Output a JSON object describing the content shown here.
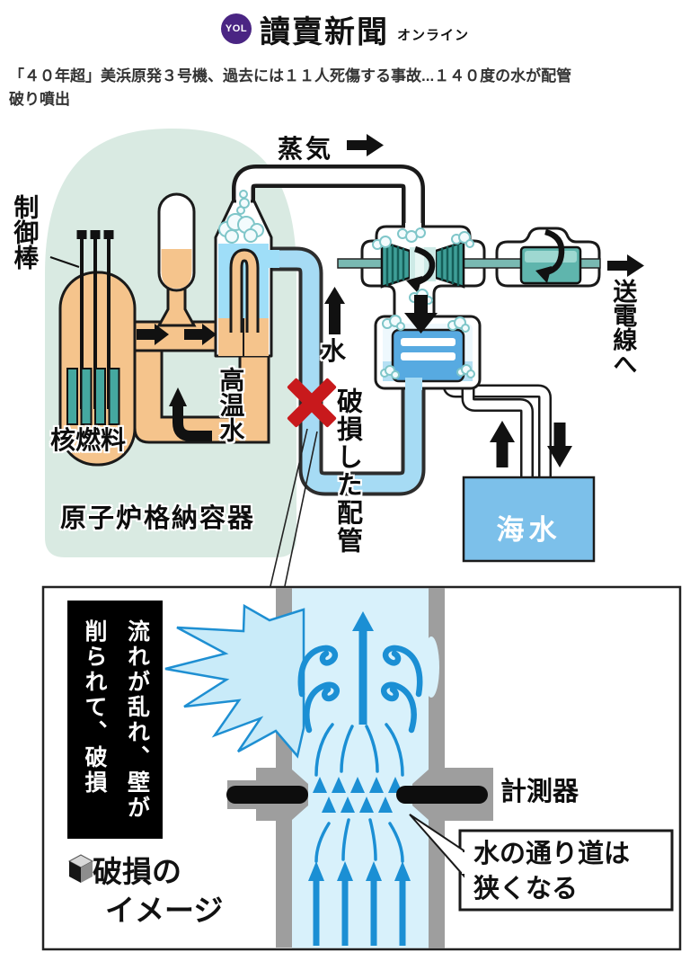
{
  "header": {
    "logo_badge": "YOL",
    "logo_title": "讀賣新聞",
    "logo_suffix": "オンライン"
  },
  "headline": {
    "line1": "「４０年超」美浜原発３号機、過去には１１人死傷する事故...１４０度の水が配管",
    "line2": "破り噴出"
  },
  "diagram": {
    "labels": {
      "control_rods": "制御棒",
      "nuclear_fuel": "核燃料",
      "hot_water": "高温水",
      "containment": "原子炉格納容器",
      "steam": "蒸気",
      "water": "水",
      "broken_pipe": "破損した配管",
      "seawater": "海水",
      "power_lines": "送電線へ",
      "instrument": "計測器",
      "narrow_note_line1": "水の通り道は",
      "narrow_note_line2": "狭くなる",
      "banner_col1": "流れが乱れ、壁が",
      "banner_col2": "削られて、破損",
      "damage_title_line1": "破損の",
      "damage_title_line2": "イメージ"
    },
    "colors": {
      "containment": "#d9eae2",
      "primary_loop": "#f5c48c",
      "water_pipe": "#a6dbf4",
      "sg_water": "#9fdef8",
      "seawater_box": "#7cc0ea",
      "condenser_box": "#57aae1",
      "fuel_rod": "#45a8a0",
      "turbine": "#3f9f98",
      "damage_x": "#c8191c",
      "flow_blue": "#1b8fd4",
      "channel": "#d8f1fb",
      "wall_gray": "#9e9e9e"
    }
  }
}
